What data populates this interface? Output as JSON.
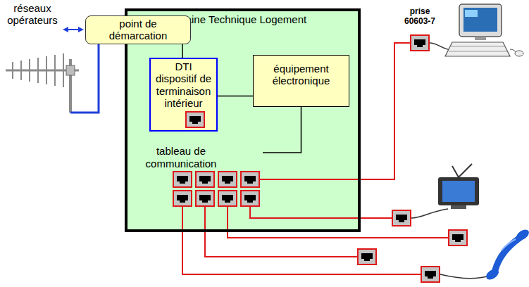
{
  "diagram": {
    "nodes": [
      {
        "text": [
          "point de démarcation"
        ]
      },
      {
        "text": [
          "Gaine Technique Logement"
        ]
      },
      {
        "text": [
          "DTI dispositif de terminaison intérieur"
        ],
        "in": 1
      },
      {
        "text": [
          "équipement électronique"
        ],
        "in": 1
      },
      {
        "text": [
          "tableau de communication"
        ],
        "in": 1
      }
    ],
    "edges": [
      {
        "from": 0,
        "to": 2,
        "arrow": "none"
      },
      {
        "from": 2,
        "to": 3,
        "arrow": "none"
      },
      {
        "from": 3,
        "to": 4,
        "arrow": "none"
      }
    ],
    "labels": [
      "réseaux opérateurs",
      "prise 60603-7"
    ]
  }
}
